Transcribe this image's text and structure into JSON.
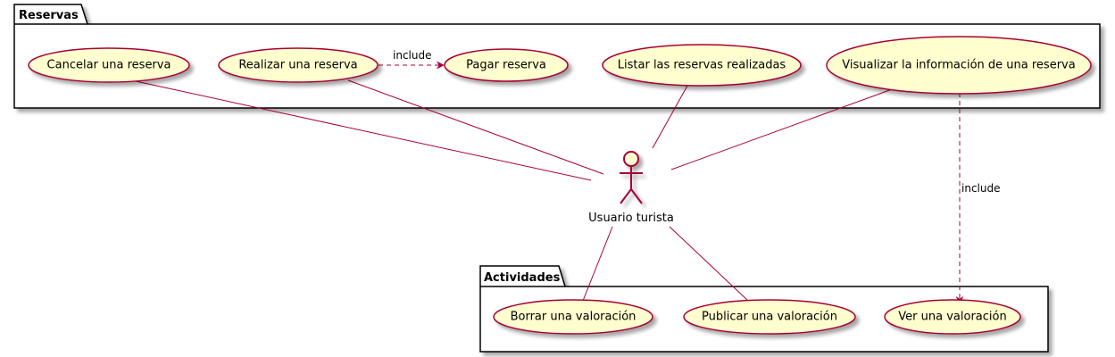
{
  "colors": {
    "usecase_fill": "#FEFECE",
    "line": "#A80036",
    "package_border": "#000000",
    "shadow": "#C8C8C8"
  },
  "packages": [
    {
      "id": "reservas",
      "title": "Reservas"
    },
    {
      "id": "actividades",
      "title": "Actividades"
    }
  ],
  "actor": {
    "label": "Usuario turista"
  },
  "usecases": {
    "cancelar": "Cancelar una reserva",
    "realizar": "Realizar una reserva",
    "pagar": "Pagar reserva",
    "listar": "Listar las reservas realizadas",
    "visualizar": "Visualizar la información de una reserva",
    "borrar": "Borrar una valoración",
    "publicar": "Publicar una valoración",
    "ver": "Ver una valoración"
  },
  "relations": {
    "include_pagar": "include",
    "include_ver": "include"
  }
}
